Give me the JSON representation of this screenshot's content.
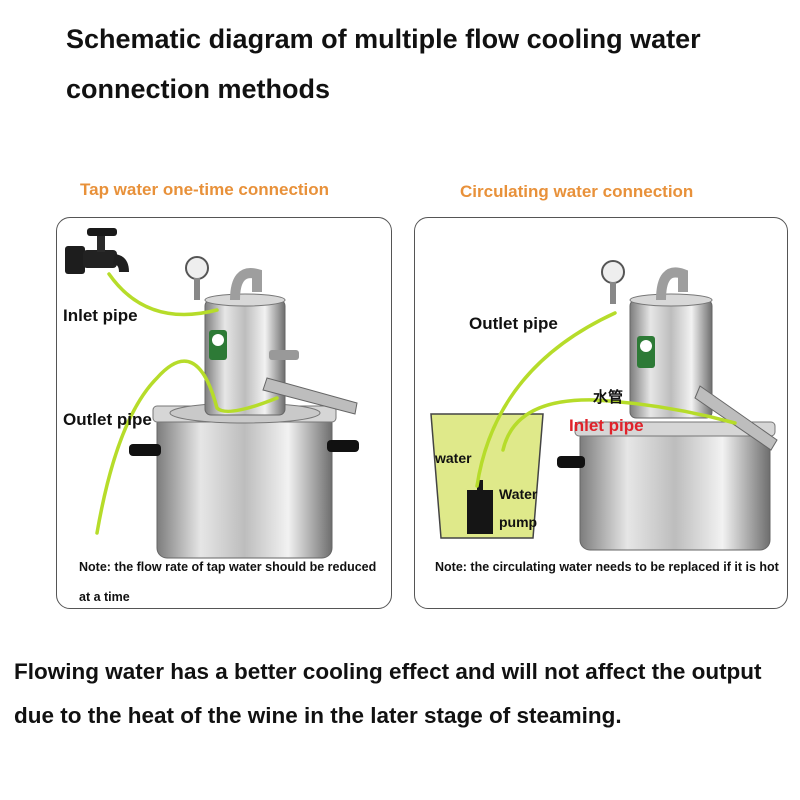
{
  "header": {
    "title": "Schematic diagram of multiple flow cooling water connection methods"
  },
  "left_panel": {
    "heading": "Tap water one-time connection",
    "inlet_label": "Inlet pipe",
    "outlet_label": "Outlet pipe",
    "note": "Note: the flow rate of tap water should be reduced at a time"
  },
  "right_panel": {
    "heading": "Circulating water connection",
    "outlet_label": "Outlet pipe",
    "inlet_label": "Inlet pipe",
    "chinese_label": "水管",
    "water_label": "water",
    "pump_label_1": "Water",
    "pump_label_2": "pump",
    "note": "Note: the circulating water needs to be replaced if it is hot"
  },
  "footer": {
    "text": "Flowing water has a better cooling effect and will not affect the output due to the heat of the wine in the later stage of steaming."
  },
  "colors": {
    "heading_accent": "#e8913a",
    "pipe_green": "#b6dc2a",
    "inlet_red": "#e0222a",
    "water_fill": "#dfe98a"
  }
}
